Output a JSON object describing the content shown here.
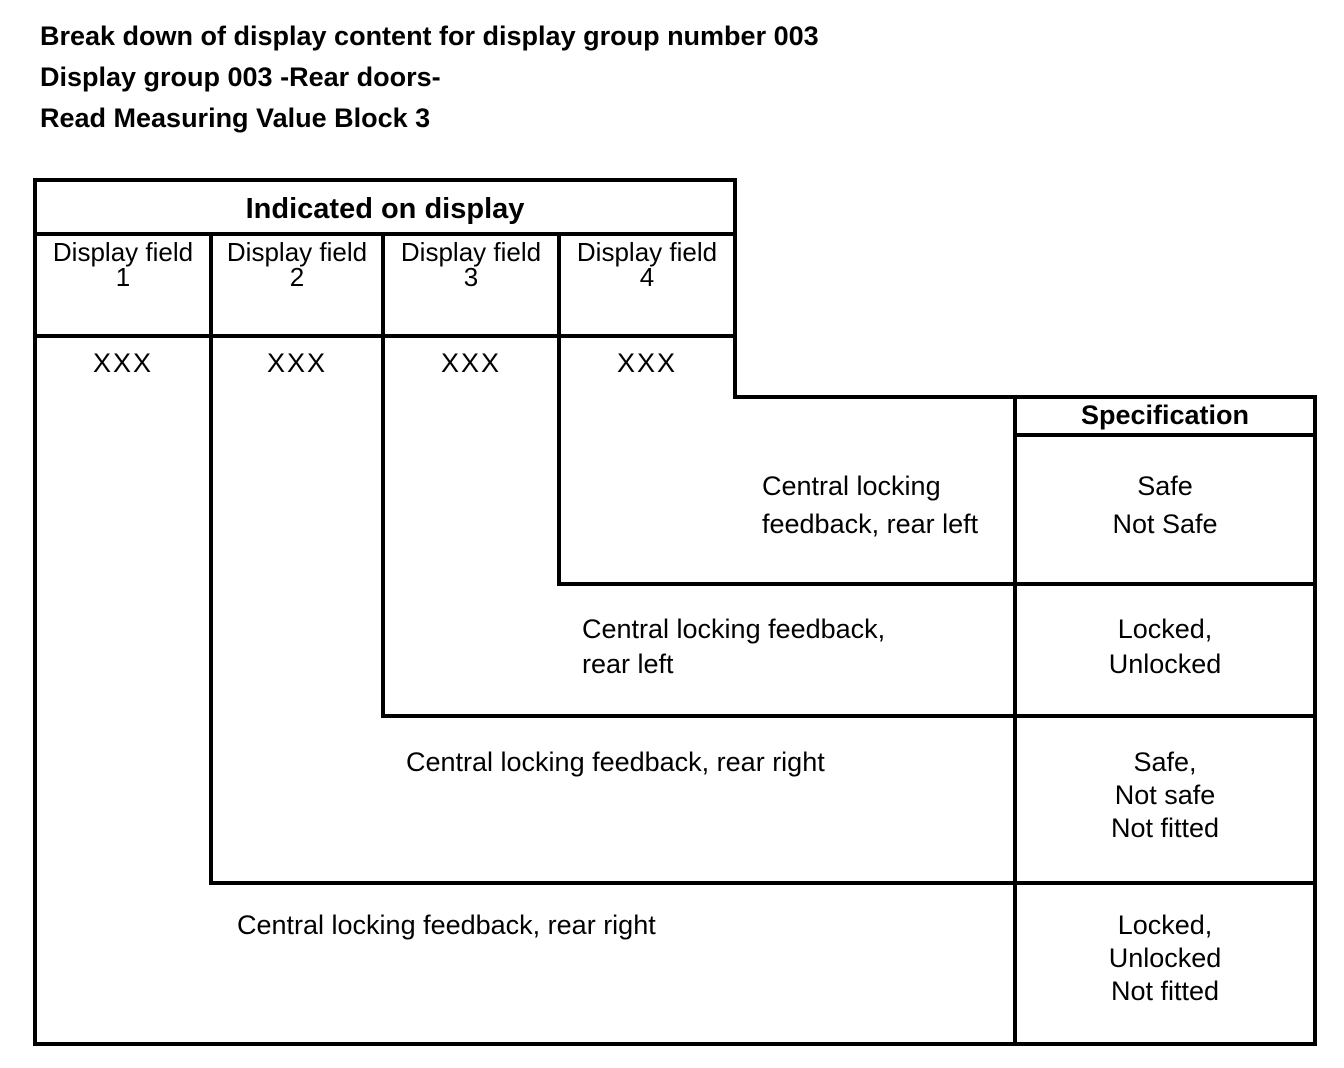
{
  "title": {
    "lines": [
      "Break down of display content for display group number 003",
      "Display group 003 -Rear doors-",
      "Read Measuring Value Block 3"
    ]
  },
  "display_table": {
    "header": "Indicated on display",
    "column_header": "Display field",
    "columns": [
      {
        "number": "1",
        "value": "XXX"
      },
      {
        "number": "2",
        "value": "XXX"
      },
      {
        "number": "3",
        "value": "XXX"
      },
      {
        "number": "4",
        "value": "XXX"
      }
    ],
    "specification_header": "Specification",
    "rows": [
      {
        "label_lines": [
          "Central locking",
          "feedback, rear left"
        ],
        "spec_lines": [
          "Safe",
          "Not Safe"
        ]
      },
      {
        "label_lines": [
          "Central locking feedback,",
          "rear left"
        ],
        "spec_lines": [
          "Locked,",
          "Unlocked"
        ]
      },
      {
        "label_lines": [
          "Central locking feedback, rear right"
        ],
        "spec_lines": [
          "Safe,",
          "Not safe",
          "Not fitted"
        ]
      },
      {
        "label_lines": [
          "Central locking feedback, rear right"
        ],
        "spec_lines": [
          "Locked,",
          "Unlocked",
          "Not fitted"
        ]
      }
    ]
  },
  "colors": {
    "ink": "#000000",
    "paper": "#ffffff"
  }
}
